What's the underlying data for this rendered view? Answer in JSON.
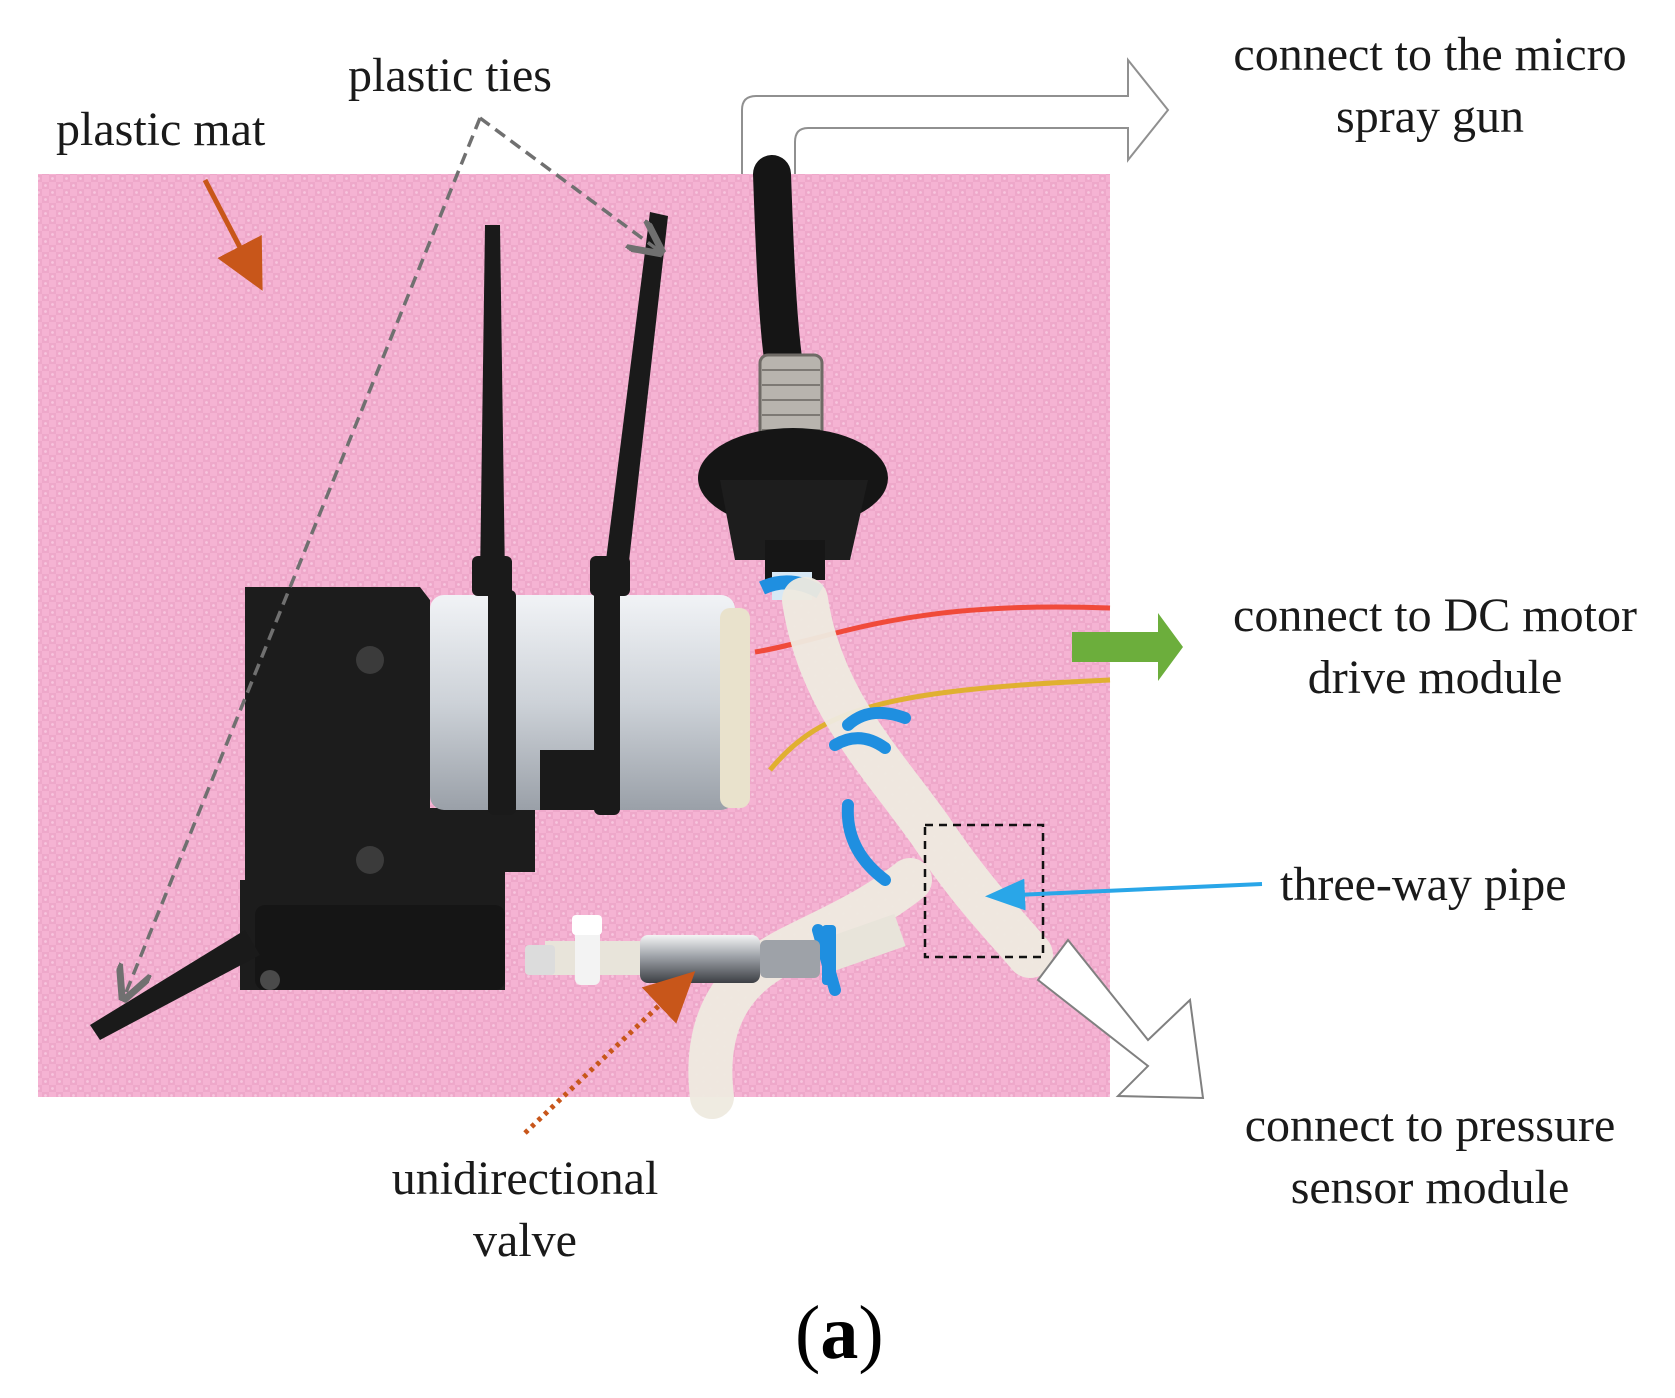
{
  "labels": {
    "plastic_mat": "plastic mat",
    "plastic_ties": "plastic ties",
    "micro_spray_line1": "connect to the micro",
    "micro_spray_line2": "spray gun",
    "dc_motor_line1": "connect to DC motor",
    "dc_motor_line2": "drive module",
    "three_way_pipe": "three-way pipe",
    "pressure_line1": "connect to pressure",
    "pressure_line2": "sensor module",
    "valve_line1": "unidirectional",
    "valve_line2": "valve"
  },
  "caption": {
    "open": "(",
    "letter": "a",
    "close": ")"
  },
  "colors": {
    "mat_pink": "#f5b3d3",
    "mat_pink_dark": "#e99ac2",
    "pump_black": "#1c1c1c",
    "motor_silver": "#d9dde2",
    "tube_white": "#eeeadf",
    "clamp_blue": "#1f8fe0",
    "wire_red": "#f04a3a",
    "wire_yellow": "#e0b030",
    "arrow_orange": "#c8561a",
    "arrow_gray": "#707070",
    "arrow_green": "#6cae3c",
    "arrow_blue": "#29a6e8"
  }
}
